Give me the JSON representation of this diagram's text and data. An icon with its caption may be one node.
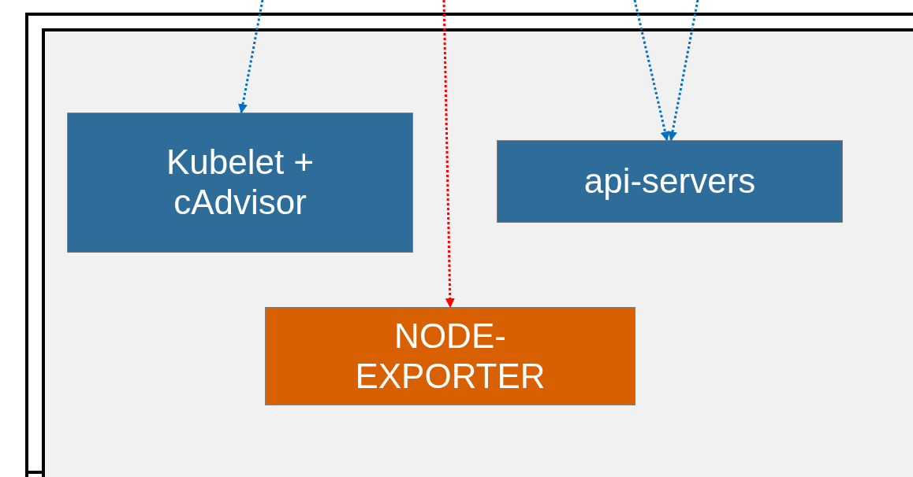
{
  "diagram": {
    "nodes": [
      {
        "text": [],
        "shape": "box"
      },
      {
        "text": [],
        "shape": "box",
        "in": 0
      },
      {
        "text": [
          "Kubelet + cAdvisor"
        ],
        "in": 1
      },
      {
        "text": [
          "api-servers"
        ],
        "in": 1
      },
      {
        "text": [
          "NODE-EXPORTER"
        ],
        "in": 1
      }
    ],
    "edges": [
      {
        "from": null,
        "to": 2,
        "arrow": "to",
        "style": "dashed"
      },
      {
        "from": null,
        "to": 4,
        "arrow": "to",
        "style": "dashed",
        "color": "#ff0000"
      },
      {
        "from": null,
        "to": 3,
        "arrow": "to",
        "style": "dashed"
      },
      {
        "from": null,
        "to": 3,
        "arrow": "to",
        "style": "dashed"
      }
    ]
  }
}
